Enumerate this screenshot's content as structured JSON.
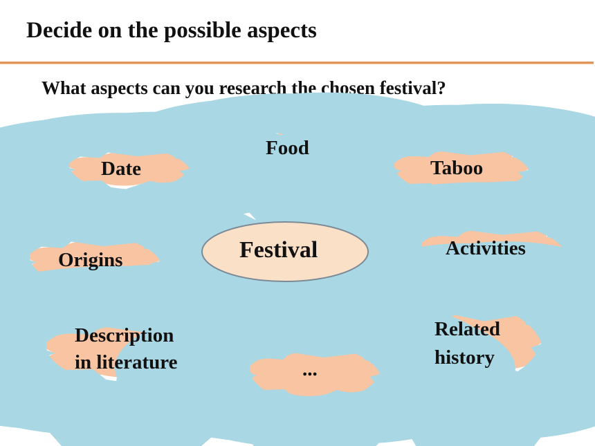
{
  "slide": {
    "title": "Decide on the possible aspects",
    "question": "What aspects can you research the chosen festival?"
  },
  "colors": {
    "cloud_fill": "#f8c4a2",
    "cloud_stroke": "#a9d7e3",
    "hub_fill": "#fbe0c8",
    "hub_stroke": "#7a8a96",
    "dot_fill": "#f7c2a3",
    "dot_stroke": "#a9d7e3",
    "rule": "#e0955a"
  },
  "diagram": {
    "center": "Festival",
    "aspects": {
      "food": "Food",
      "date": "Date",
      "taboo": "Taboo",
      "origins": "Origins",
      "activities": "Activities",
      "description_line1": "Description",
      "description_line2": "in literature",
      "related_line1": "Related",
      "related_line2": "history",
      "more": "..."
    }
  }
}
